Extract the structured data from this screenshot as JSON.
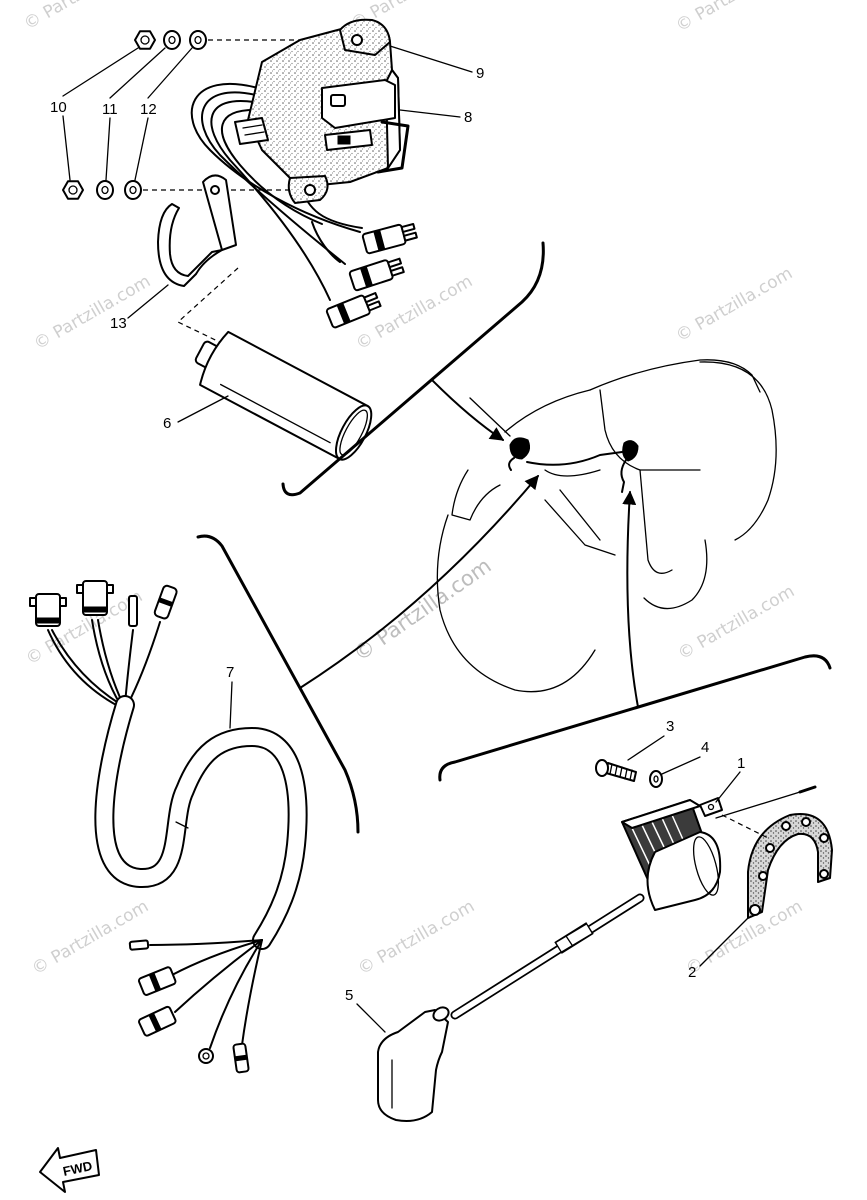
{
  "watermark": {
    "text": "© Partzilla.com"
  },
  "callouts": {
    "p1": "1",
    "p2": "2",
    "p3": "3",
    "p4": "4",
    "p5": "5",
    "p6": "6",
    "p7": "7",
    "p8": "8",
    "p9": "9",
    "p10": "10",
    "p11": "11",
    "p12": "12",
    "p13": "13"
  },
  "direction_label": "FWD"
}
